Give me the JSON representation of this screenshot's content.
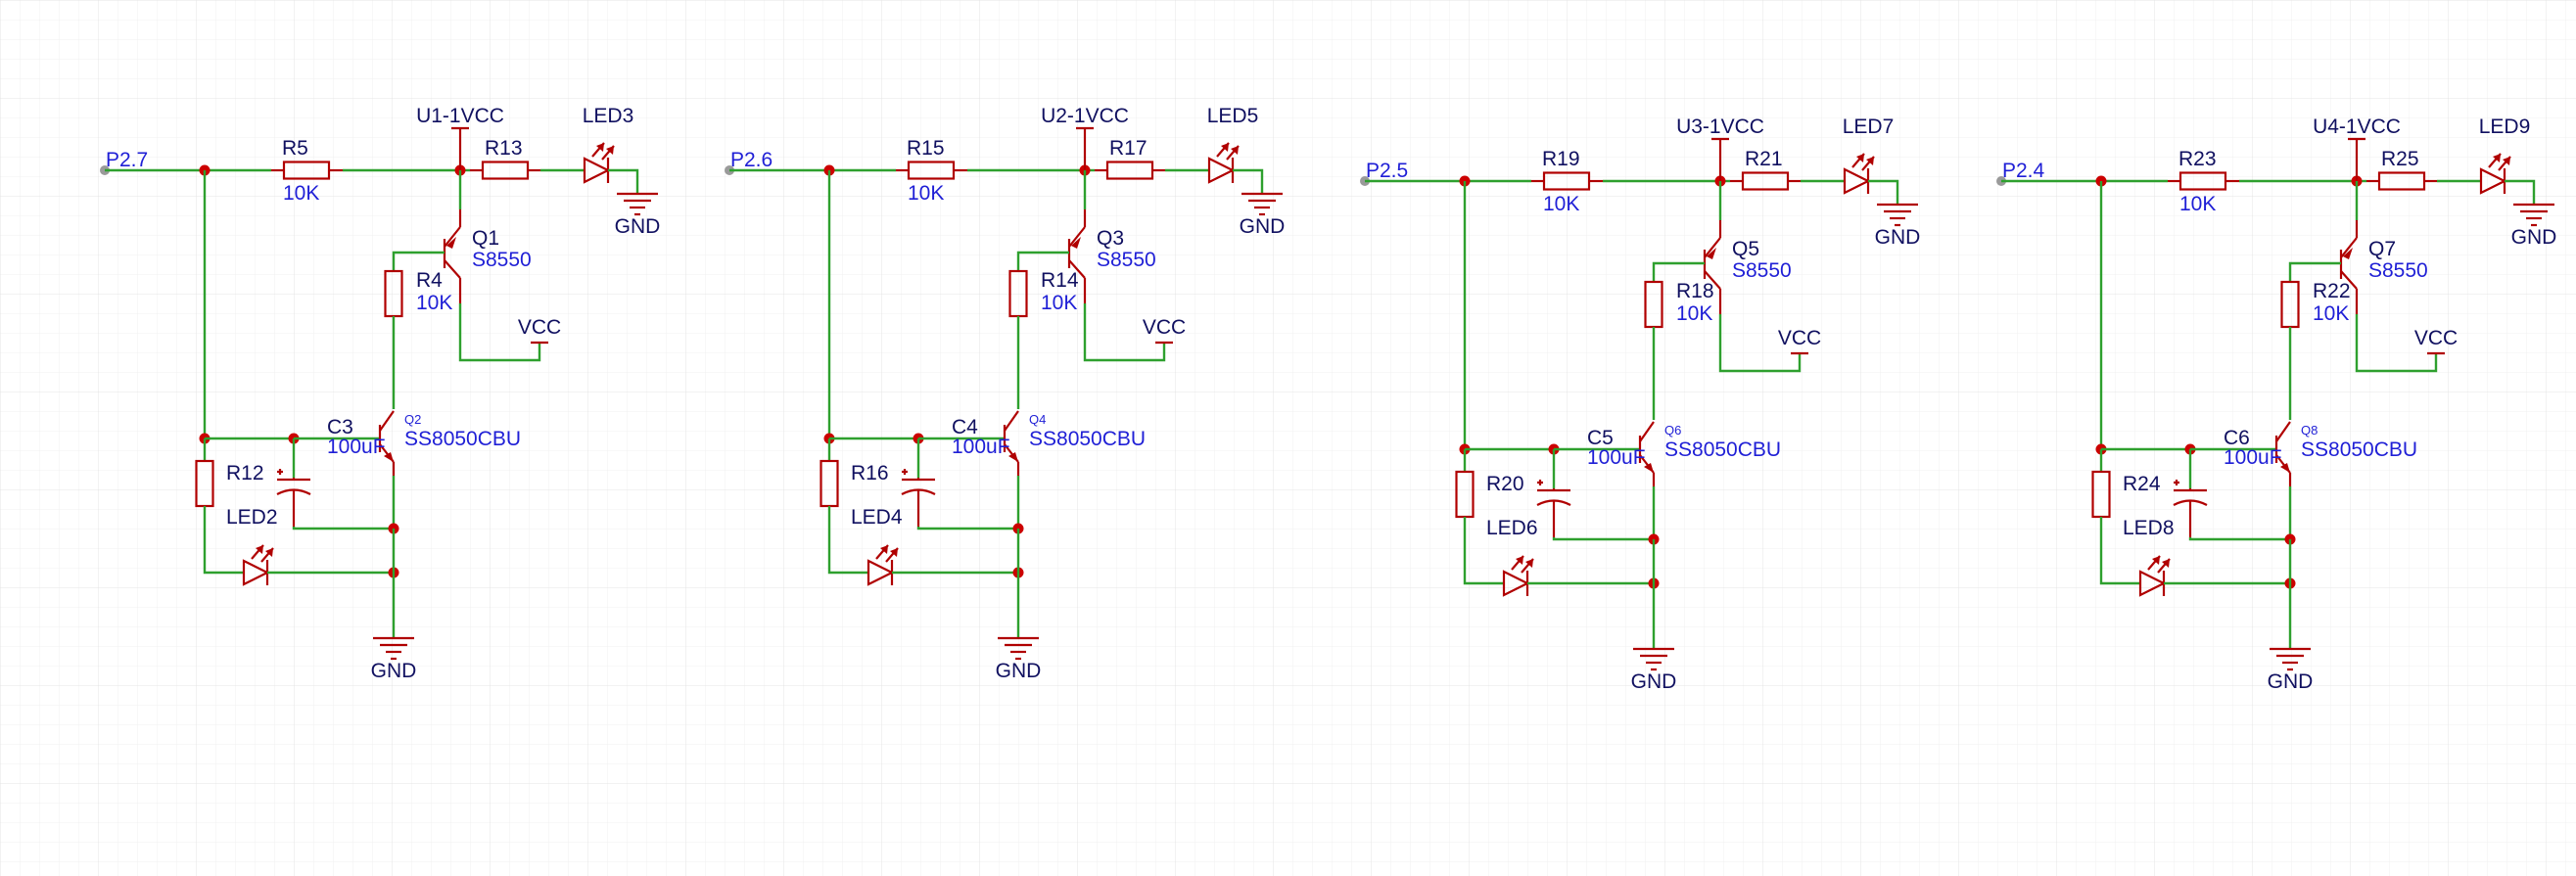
{
  "colors": {
    "wire": "#2ea02e",
    "component": "#b00000",
    "junction": "#cc0000",
    "designator": "#101060",
    "value": "#1f1fd6",
    "grid": "#e9e9e9"
  },
  "circuits": [
    {
      "port": "P2.7",
      "base_res": {
        "name": "R5",
        "value": "10K"
      },
      "vcc_label": "U1-1VCC",
      "led_res": {
        "name": "R13"
      },
      "top_led": {
        "name": "LED3"
      },
      "top_gnd": "GND",
      "pnp": {
        "name": "Q1",
        "value": "S8550"
      },
      "bias_res": {
        "name": "R4",
        "value": "10K"
      },
      "vcc": "VCC",
      "cap": {
        "name": "C3",
        "value": "100uF"
      },
      "npn": {
        "name": "Q2",
        "value": "SS8050CBU"
      },
      "pull_res": {
        "name": "R12"
      },
      "bottom_led": {
        "name": "LED2"
      },
      "bottom_gnd": "GND"
    },
    {
      "port": "P2.6",
      "base_res": {
        "name": "R15",
        "value": "10K"
      },
      "vcc_label": "U2-1VCC",
      "led_res": {
        "name": "R17"
      },
      "top_led": {
        "name": "LED5"
      },
      "top_gnd": "GND",
      "pnp": {
        "name": "Q3",
        "value": "S8550"
      },
      "bias_res": {
        "name": "R14",
        "value": "10K"
      },
      "vcc": "VCC",
      "cap": {
        "name": "C4",
        "value": "100uF"
      },
      "npn": {
        "name": "Q4",
        "value": "SS8050CBU"
      },
      "pull_res": {
        "name": "R16"
      },
      "bottom_led": {
        "name": "LED4"
      },
      "bottom_gnd": "GND"
    },
    {
      "port": "P2.5",
      "base_res": {
        "name": "R19",
        "value": "10K"
      },
      "vcc_label": "U3-1VCC",
      "led_res": {
        "name": "R21"
      },
      "top_led": {
        "name": "LED7"
      },
      "top_gnd": "GND",
      "pnp": {
        "name": "Q5",
        "value": "S8550"
      },
      "bias_res": {
        "name": "R18",
        "value": "10K"
      },
      "vcc": "VCC",
      "cap": {
        "name": "C5",
        "value": "100uF"
      },
      "npn": {
        "name": "Q6",
        "value": "SS8050CBU"
      },
      "pull_res": {
        "name": "R20"
      },
      "bottom_led": {
        "name": "LED6"
      },
      "bottom_gnd": "GND"
    },
    {
      "port": "P2.4",
      "base_res": {
        "name": "R23",
        "value": "10K"
      },
      "vcc_label": "U4-1VCC",
      "led_res": {
        "name": "R25"
      },
      "top_led": {
        "name": "LED9"
      },
      "top_gnd": "GND",
      "pnp": {
        "name": "Q7",
        "value": "S8550"
      },
      "bias_res": {
        "name": "R22",
        "value": "10K"
      },
      "vcc": "VCC",
      "cap": {
        "name": "C6",
        "value": "100uF"
      },
      "npn": {
        "name": "Q8",
        "value": "SS8050CBU"
      },
      "pull_res": {
        "name": "R24"
      },
      "bottom_led": {
        "name": "LED8"
      },
      "bottom_gnd": "GND"
    }
  ]
}
